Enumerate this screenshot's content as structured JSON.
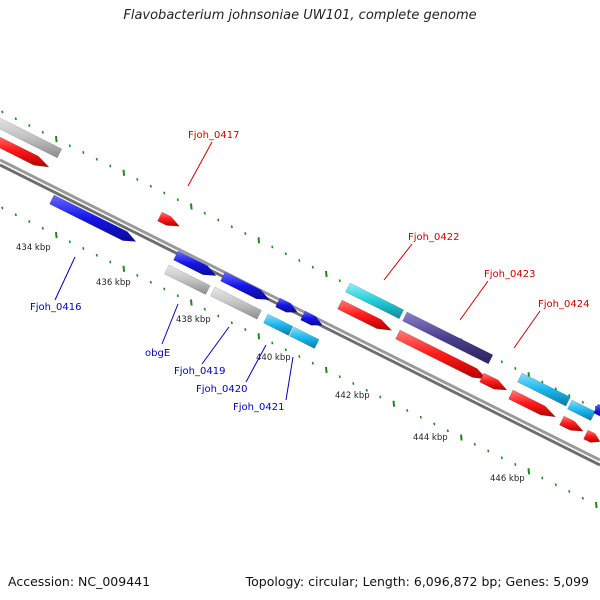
{
  "title": "Flavobacterium johnsoniae UW101, complete genome",
  "footer": {
    "accession": "Accession: NC_009441",
    "topology": "Topology: circular; Length: 6,096,872 bp; Genes: 5,099"
  },
  "colors": {
    "red": "#ff1a1a",
    "blue": "#1515e6",
    "gray": "#c4c4c4",
    "cyan": "#22ccd9",
    "lightblue": "#1ab8ee",
    "purple": "#4a3f8e",
    "backbone": "#808080",
    "ticks": "#1a8a1a",
    "label_red": "#cc0000",
    "label_blue": "#0000bb"
  },
  "scale_labels": [
    "434 kbp",
    "436 kbp",
    "438 kbp",
    "440 kbp",
    "442 kbp",
    "444 kbp",
    "446 kbp"
  ],
  "gene_labels": [
    {
      "text": "Fjoh_0417",
      "color": "label_red"
    },
    {
      "text": "Fjoh_0422",
      "color": "label_red"
    },
    {
      "text": "Fjoh_0423",
      "color": "label_red"
    },
    {
      "text": "Fjoh_0424",
      "color": "label_red"
    },
    {
      "text": "Fjoh_0416",
      "color": "label_blue"
    },
    {
      "text": "obgE",
      "color": "label_blue"
    },
    {
      "text": "Fjoh_0419",
      "color": "label_blue"
    },
    {
      "text": "Fjoh_0420",
      "color": "label_blue"
    },
    {
      "text": "Fjoh_0421",
      "color": "label_blue"
    }
  ]
}
